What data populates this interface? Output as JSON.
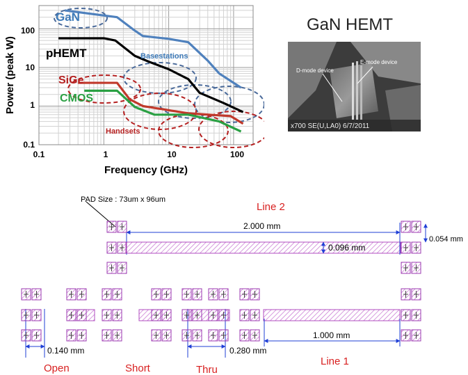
{
  "chart_data": {
    "type": "line",
    "xlabel": "Frequency (GHz)",
    "ylabel": "Power (peak W)",
    "x_scale": "log",
    "y_scale": "log",
    "xlim": [
      0.1,
      200
    ],
    "ylim": [
      0.1,
      400
    ],
    "x_ticks": [
      "0.1",
      "1",
      "10",
      "100"
    ],
    "y_ticks": [
      "0.1",
      "1",
      "10",
      "100"
    ],
    "grid": true,
    "series": [
      {
        "name": "GaN",
        "color": "#4f81bd",
        "x": [
          0.25,
          1.6,
          3,
          4,
          10,
          20,
          40,
          60,
          130
        ],
        "y": [
          300,
          200,
          90,
          65,
          55,
          45,
          15,
          7,
          3
        ]
      },
      {
        "name": "pHEMT",
        "color": "#000000",
        "x": [
          0.2,
          1.0,
          1.5,
          3,
          5,
          10,
          20,
          30,
          70,
          140
        ],
        "y": [
          57,
          57,
          50,
          20,
          14,
          9,
          5,
          2.2,
          1.2,
          0.7
        ]
      },
      {
        "name": "SiGe",
        "color": "#c0392b",
        "x": [
          0.4,
          1.6,
          2.5,
          4,
          20,
          90,
          140
        ],
        "y": [
          4,
          4,
          1.5,
          1.0,
          0.65,
          0.55,
          0.35
        ]
      },
      {
        "name": "CMOS",
        "color": "#2aa043",
        "x": [
          0.5,
          1.6,
          3,
          6,
          20,
          60,
          130
        ],
        "y": [
          2.5,
          2.5,
          0.95,
          0.6,
          0.6,
          0.4,
          0.22
        ]
      }
    ],
    "annotations": [
      "Basestations",
      "Handsets"
    ]
  },
  "photo": {
    "title": "GaN HEMT",
    "labels": [
      "D-mode device",
      "E-mode device"
    ],
    "caption": "x700 SE(U,LA0) 6/7/2011"
  },
  "layout": {
    "pad_size": "PAD Size : 73um x 96um",
    "line2_label": "Line 2",
    "line2_length": "2.000 mm",
    "line2_width": "0.096 mm",
    "pad_gap": "0.054 mm",
    "open_dim": "0.140 mm",
    "thru_dim": "0.280 mm",
    "line1_length": "1.000 mm",
    "open_label": "Open",
    "short_label": "Short",
    "thru_label": "Thru",
    "line1_label": "Line 1"
  },
  "colors": {
    "hatch": "#c46fd0",
    "pad_fill": "#f1d6f5",
    "dimension": "#1f3fd6",
    "label_red": "#d81f1f"
  }
}
